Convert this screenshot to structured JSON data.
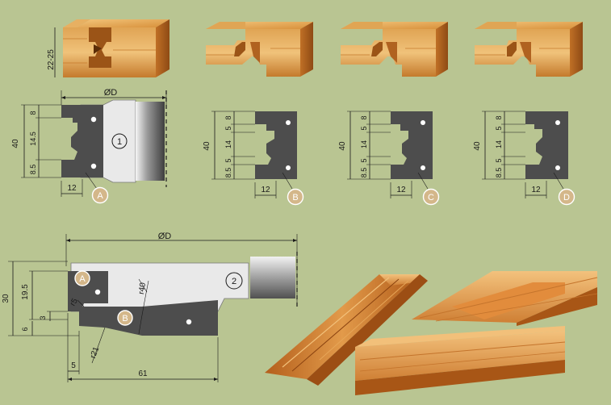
{
  "colors": {
    "background": "#b9c592",
    "knife": "#4d4d4d",
    "tool_body": "#e9e9e9",
    "wood_light": "#e8b86a",
    "wood_dark": "#b8651e",
    "badge_fill": "#d4b78a"
  },
  "top_row": {
    "wood_thickness": "22-25",
    "diameter": "ØD",
    "tool_badge": "1",
    "knives": [
      {
        "letter": "A",
        "height": "40",
        "dims": [
          "8",
          "14.5",
          "8.5"
        ],
        "width": "12"
      },
      {
        "letter": "B",
        "height": "40",
        "dims": [
          "8",
          "5",
          "14",
          "5",
          "8.5"
        ],
        "width": "12"
      },
      {
        "letter": "C",
        "height": "40",
        "dims": [
          "8",
          "5",
          "14",
          "5",
          "8.5"
        ],
        "width": "12"
      },
      {
        "letter": "D",
        "height": "40",
        "dims": [
          "8",
          "5",
          "14",
          "5",
          "8.5"
        ],
        "width": "12"
      }
    ]
  },
  "bottom_tool": {
    "diameter": "ØD",
    "tool_badge": "2",
    "knife_a": "A",
    "knife_b": "B",
    "radius_large": "r40",
    "radius_small": "r5",
    "radius_mid": "r21",
    "height_total": "30",
    "height_upper": "19.5",
    "dim_3": "3",
    "dim_6": "6",
    "width_small": "5",
    "width_total": "61"
  }
}
